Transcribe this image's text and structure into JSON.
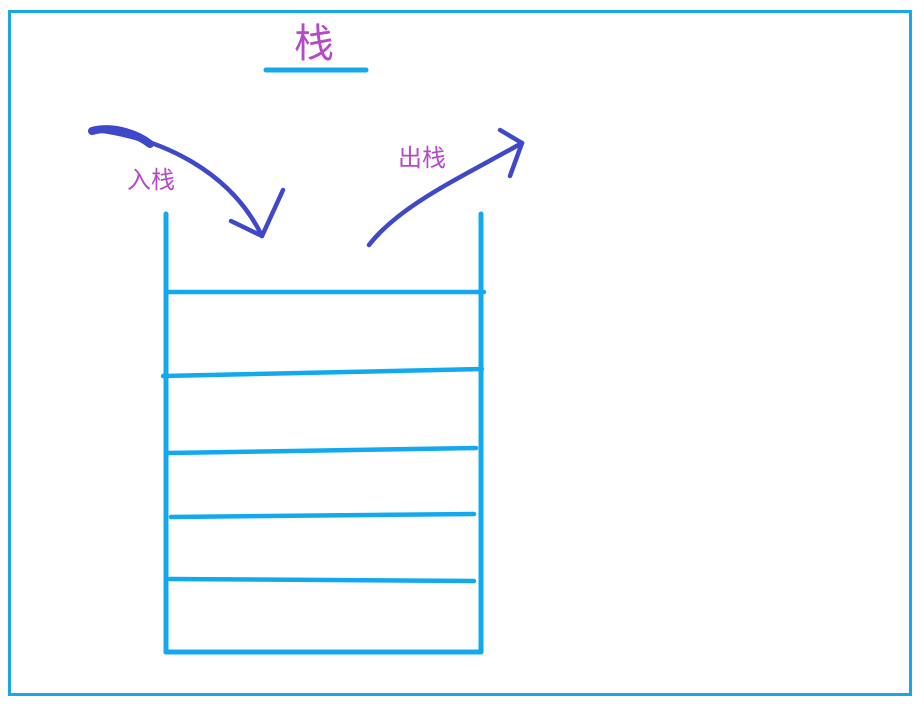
{
  "diagram": {
    "title": "栈",
    "push_label": "入栈",
    "pop_label": "出栈"
  },
  "colors": {
    "frame": "#1aa7e8",
    "stack": "#14a8ef",
    "arrow": "#3f48c9",
    "text": "#b44ac8"
  }
}
